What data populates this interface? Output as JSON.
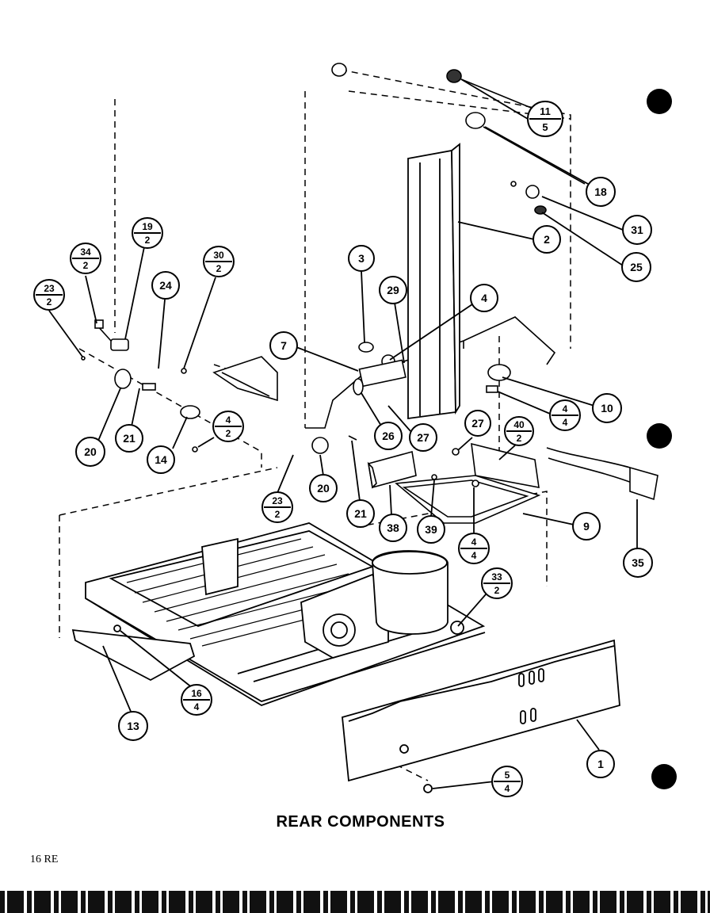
{
  "title": "REAR COMPONENTS",
  "page_note": "16 RE",
  "callouts": [
    {
      "id": "c-11-5",
      "top": "11",
      "bottom": "5"
    },
    {
      "id": "c-18",
      "label": "18"
    },
    {
      "id": "c-2",
      "label": "2"
    },
    {
      "id": "c-31",
      "label": "31"
    },
    {
      "id": "c-25",
      "label": "25"
    },
    {
      "id": "c-19-2",
      "top": "19",
      "bottom": "2"
    },
    {
      "id": "c-34-2",
      "top": "34",
      "bottom": "2"
    },
    {
      "id": "c-30-2",
      "top": "30",
      "bottom": "2"
    },
    {
      "id": "c-23-2a",
      "top": "23",
      "bottom": "2"
    },
    {
      "id": "c-24",
      "label": "24"
    },
    {
      "id": "c-3",
      "label": "3"
    },
    {
      "id": "c-29",
      "label": "29"
    },
    {
      "id": "c-4",
      "label": "4"
    },
    {
      "id": "c-7",
      "label": "7"
    },
    {
      "id": "c-10",
      "label": "10"
    },
    {
      "id": "c-4-4a",
      "top": "4",
      "bottom": "4"
    },
    {
      "id": "c-26",
      "label": "26"
    },
    {
      "id": "c-27a",
      "label": "27"
    },
    {
      "id": "c-27b",
      "label": "27"
    },
    {
      "id": "c-40-2",
      "top": "40",
      "bottom": "2"
    },
    {
      "id": "c-20a",
      "label": "20"
    },
    {
      "id": "c-21a",
      "label": "21"
    },
    {
      "id": "c-14",
      "label": "14"
    },
    {
      "id": "c-4-2",
      "top": "4",
      "bottom": "2"
    },
    {
      "id": "c-23-2b",
      "top": "23",
      "bottom": "2"
    },
    {
      "id": "c-20b",
      "label": "20"
    },
    {
      "id": "c-21b",
      "label": "21"
    },
    {
      "id": "c-38",
      "label": "38"
    },
    {
      "id": "c-39",
      "label": "39"
    },
    {
      "id": "c-4-4b",
      "top": "4",
      "bottom": "4"
    },
    {
      "id": "c-9",
      "label": "9"
    },
    {
      "id": "c-35",
      "label": "35"
    },
    {
      "id": "c-33-2",
      "top": "33",
      "bottom": "2"
    },
    {
      "id": "c-16-4",
      "top": "16",
      "bottom": "4"
    },
    {
      "id": "c-13",
      "label": "13"
    },
    {
      "id": "c-1",
      "label": "1"
    },
    {
      "id": "c-5-4",
      "top": "5",
      "bottom": "4"
    }
  ]
}
